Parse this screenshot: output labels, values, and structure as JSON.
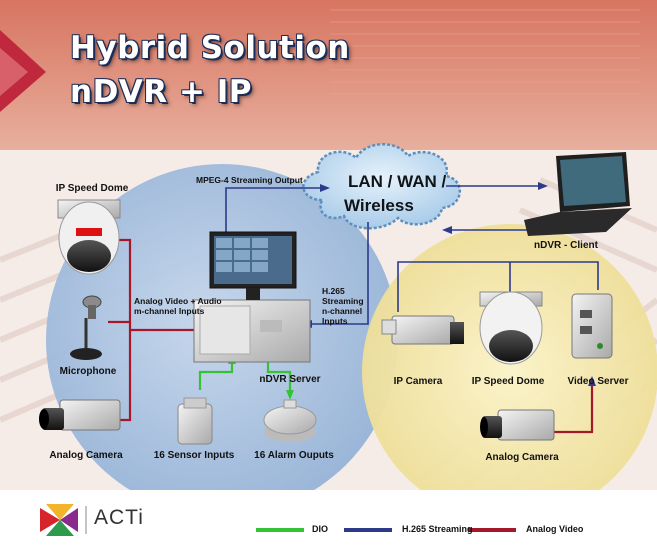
{
  "title": {
    "line1": "Hybrid Solution",
    "line2": "nDVR + IP"
  },
  "cloud": {
    "line1": "LAN / WAN /",
    "line2": "Wireless"
  },
  "labels": {
    "mpeg4": "MPEG-4 Streaming Output",
    "analog_inputs_1": "Analog Video + Audio",
    "analog_inputs_2": "m-channel Inputs",
    "h265_1": "H.265",
    "h265_2": "Streaming",
    "h265_3": "n-channel",
    "h265_4": "Inputs"
  },
  "devices": {
    "ip_speed_dome_left": "IP Speed Dome",
    "microphone": "Microphone",
    "analog_camera_left": "Analog Camera",
    "sensor_inputs": "16 Sensor Inputs",
    "alarm_outputs": "16 Alarm Ouputs",
    "ndvr_server": "nDVR Server",
    "ndvr_client": "nDVR - Client",
    "ip_camera": "IP Camera",
    "ip_speed_dome_right": "IP Speed Dome",
    "video_server": "Video Server",
    "analog_camera_right": "Analog Camera"
  },
  "legend": {
    "dio": "DIO",
    "h265": "H.265  Streaming",
    "analog": "Analog Video"
  },
  "brand": {
    "name": "ACTi"
  },
  "colors": {
    "dio": "#35c236",
    "h265": "#2d3a8a",
    "analog": "#a3182b",
    "header_bg": "#d9806a",
    "left_circle": "#a9c3e0",
    "right_circle": "#f2e5a4"
  }
}
